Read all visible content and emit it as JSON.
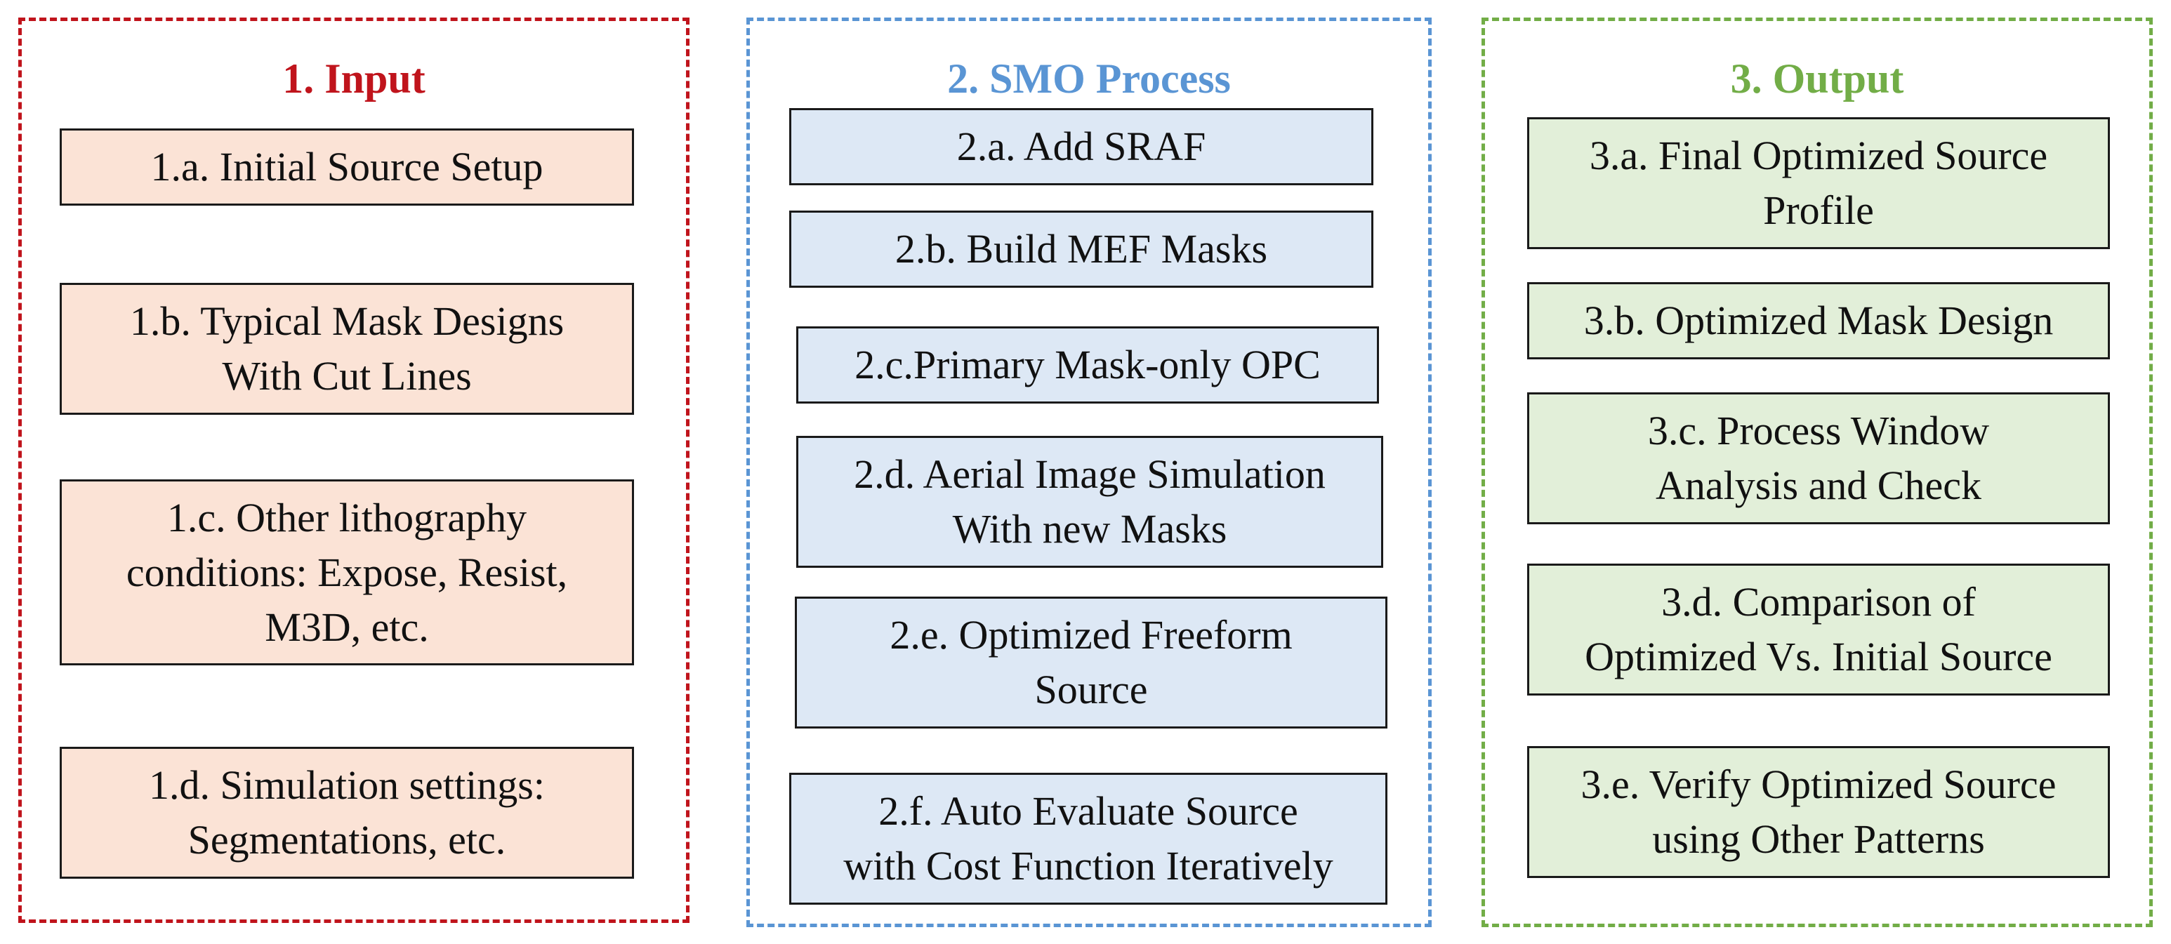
{
  "panels": {
    "input": {
      "title": "1. Input",
      "steps": [
        "1.a. Initial Source Setup",
        "1.b. Typical Mask Designs\nWith Cut Lines",
        "1.c. Other lithography\nconditions: Expose, Resist,\nM3D, etc.",
        "1.d. Simulation settings:\nSegmentations, etc."
      ]
    },
    "smo": {
      "title": "2. SMO Process",
      "steps": [
        "2.a. Add SRAF",
        "2.b. Build MEF Masks",
        "2.c.Primary Mask-only OPC",
        "2.d. Aerial Image Simulation\nWith new Masks",
        "2.e. Optimized Freeform\nSource",
        "2.f. Auto Evaluate Source\nwith Cost Function Iteratively"
      ]
    },
    "output": {
      "title": "3. Output",
      "steps": [
        "3.a. Final Optimized Source\nProfile",
        "3.b. Optimized Mask Design",
        "3.c. Process Window\nAnalysis and Check",
        "3.d. Comparison of\nOptimized Vs. Initial Source",
        "3.e. Verify Optimized Source\nusing Other Patterns"
      ]
    }
  },
  "colors": {
    "input_accent": "#c0141c",
    "input_fill": "#fbe3d6",
    "smo_accent": "#5a95d4",
    "smo_fill": "#dde8f5",
    "output_accent": "#72ad47",
    "output_fill": "#e2efd9"
  }
}
